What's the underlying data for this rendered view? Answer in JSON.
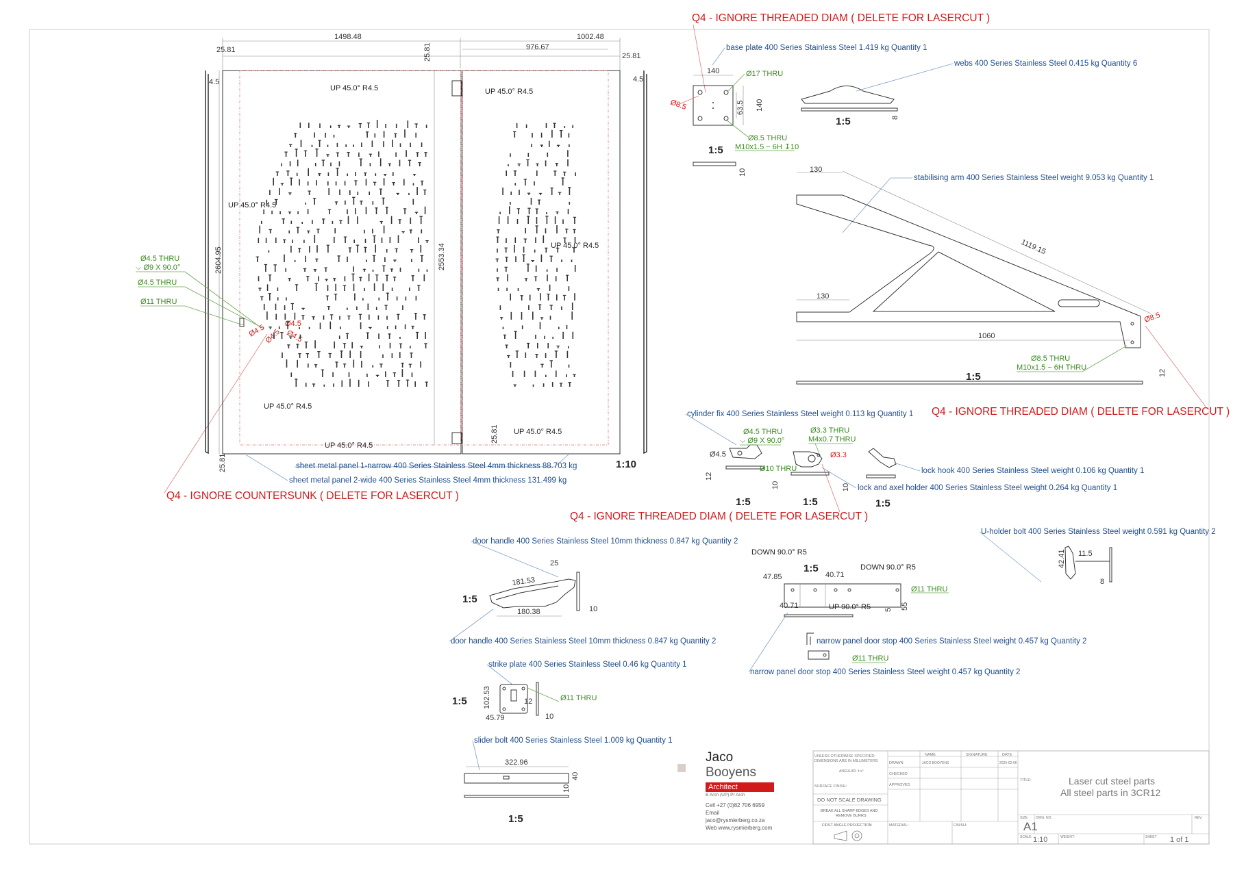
{
  "notes": {
    "q4_threaded_top": "Q4 - IGNORE THREADED DIAM ( DELETE FOR LASERCUT )",
    "q4_threaded_right": "Q4 - IGNORE THREADED DIAM ( DELETE FOR LASERCUT )",
    "q4_countersunk": "Q4 - IGNORE COUNTERSUNK ( DELETE FOR LASERCUT )",
    "q4_threaded_mid": "Q4 - IGNORE THREADED DIAM ( DELETE FOR LASERCUT )"
  },
  "panels": {
    "dims": {
      "top_left": "1498.48",
      "top_right": "1002.48",
      "inner_right": "976.67",
      "edge_left": "25.81",
      "edge_mid": "25.81",
      "edge_right": "25.81",
      "bottom_left": "25.81",
      "bottom_mid": "25.81",
      "thick_left": "4.5",
      "thick_right": "4.5",
      "height_outer": "2604.95",
      "height_inner": "2553.34"
    },
    "bends": {
      "b1": "UP 45.0° R4.5",
      "b2": "UP 45.0° R4.5",
      "b3": "UP 45.0° R4.5",
      "b4": "UP 45.0° R4.5",
      "b5": "UP 45.0° R4.5",
      "b6": "UP 45.0° R4.5",
      "b7": "UP 45.0° R4.5"
    },
    "holes": {
      "h1": "Ø4.5 THRU",
      "h1b": "⌵ Ø9 X 90.0°",
      "h2": "Ø4.5 THRU",
      "h3": "Ø11 THRU",
      "r1": "Ø4.5",
      "r2": "Ø4.5",
      "r3": "Ø4.5",
      "r4": "Ø4.5"
    },
    "label_narrow": "sheet metal panel 1-narrow  400 Series Stainless Steel  4mm thickness 88.703 kg",
    "label_wide": "sheet metal panel 2-wide  400 Series Stainless Steel  4mm thickness 131.499 kg",
    "scale": "1:10"
  },
  "base_plate": {
    "label": "base plate  400 Series Stainless Steel  1.419 kg Quantity 1",
    "d140_top": "140",
    "d140_side": "140",
    "d63": "63.5",
    "d10": "10",
    "hole17": "Ø17 THRU",
    "hole85": "Ø8.5",
    "thread1": "Ø8.5 THRU",
    "thread2": "M10x1.5 − 6H ↧10",
    "scale": "1:5"
  },
  "webs": {
    "label": "webs  400 Series Stainless Steel  0.415 kg Quantity 6",
    "d8": "8",
    "scale": "1:5"
  },
  "arm": {
    "label": "stabilising arm  400 Series Stainless Steel weight  9.053 kg Quantity 1",
    "d130a": "130",
    "d130b": "130",
    "d1119": "1119.15",
    "d1060": "1060",
    "d12": "12",
    "hole": "Ø8.5",
    "thread1": "Ø8.5 THRU",
    "thread2": "M10x1.5 − 6H THRU",
    "scale": "1:5"
  },
  "cylinder_fix": {
    "label": "cylinder fix  400 Series Stainless Steel weight  0.113 kg Quantity 1",
    "h1": "Ø4.5 THRU",
    "h1b": "⌵ Ø9 X 90.0°",
    "hr": "Ø4.5",
    "d12": "12",
    "scale": "1:5"
  },
  "lock_axel": {
    "label": "lock and axel holder  400 Series Stainless Steel weight  0.264 kg Quantity 1",
    "t1": "Ø3.3 THRU",
    "t2": "M4x0.7 THRU",
    "hr": "Ø3.3",
    "h10": "Ø10 THRU",
    "d10": "10",
    "scale": "1:5"
  },
  "lock_hook": {
    "label": "lock hook  400 Series Stainless Steel weight  0.106 kg Quantity 1",
    "d10": "10",
    "scale": "1:5"
  },
  "u_holder": {
    "label": "U-holder bolt  400 Series Stainless Steel weight  0.591 kg Quantity 2",
    "d42": "42.41",
    "d11": "11.5",
    "d8": "8"
  },
  "door_handle": {
    "label_top": "door handle  400 Series Stainless Steel  10mm thickness 0.847 kg Quantity 2",
    "label_bottom": "door handle  400 Series Stainless Steel  10mm thickness 0.847 kg Quantity 2",
    "d25": "25",
    "d181": "181.53",
    "d180": "180.38",
    "d10": "10",
    "scale": "1:5"
  },
  "door_stop": {
    "down1": "DOWN 90.0° R5",
    "down2": "DOWN 90.0° R5",
    "up": "UP 90.0° R5",
    "d47": "47.85",
    "d40a": "40.71",
    "d40b": "40.71",
    "d5": "5",
    "d55": "55",
    "hole": "Ø11 THRU",
    "hole2": "Ø11 THRU",
    "label1": "narrow panel door stop  400 Series Stainless Steel weight  0.457 kg Quantity 2",
    "label2": "narrow panel door stop  400 Series Stainless Steel weight  0.457 kg Quantity 2",
    "scale": "1:5"
  },
  "strike_plate": {
    "label": "strike plate  400 Series Stainless Steel 0.46 kg Quantity 1",
    "d102": "102.53",
    "d45": "45.79",
    "d12": "12",
    "d10": "10",
    "hole": "Ø11 THRU",
    "scale": "1:5"
  },
  "slider_bolt": {
    "label": "slider bolt  400 Series Stainless Steel 1.009 kg Quantity 1",
    "d322": "322.96",
    "d40": "40",
    "d10": "10",
    "scale": "1:5"
  },
  "logo": {
    "name_first": "Jaco",
    "name_last": " Booyens",
    "role": "Architect",
    "quals": "B Arch (UP) Pr Arch",
    "cell_label": "Cell",
    "cell": "+27 (0)82 706 6959",
    "email_label": "Email",
    "email": "jaco@rysmierberg.co.za",
    "web_label": "Web",
    "web": "www.rysmierberg.com"
  },
  "title_block": {
    "tol1": "UNLESS OTHERWISE SPECIFIED:",
    "tol2": "DIMENSIONS ARE IN MILLIMETERS",
    "tol3": "ANGULAR: ± x°",
    "surface": "SURFACE FINISH:",
    "no_scale": "DO NOT SCALE DRAWING",
    "break1": "BREAK ALL SHARP EDGES AND",
    "break2": "REMOVE BURRS",
    "projection": "FIRST ANGLE PROJECTION",
    "material": "MATERIAL:",
    "finish": "FINISH:",
    "drawn": "DRAWN",
    "checked": "CHECKED",
    "approved": "APPROVED",
    "name_h": "NAME",
    "signature_h": "SIGNATURE",
    "date_h": "DATE",
    "drawn_name": "JACO BOOYENS",
    "drawn_date": "2025-02-06",
    "title_h": "TITLE:",
    "title1": "Laser cut steel parts",
    "title2": "All steel parts in 3CR12",
    "size_h": "SIZE",
    "size": "A1",
    "dwg_h": "DWG. NO.",
    "rev_h": "REV.",
    "scale_h": "SCALE:",
    "scale": "1:10",
    "weight_h": "WEIGHT:",
    "sheet_h": "SHEET",
    "sheet": "1 of 1"
  }
}
